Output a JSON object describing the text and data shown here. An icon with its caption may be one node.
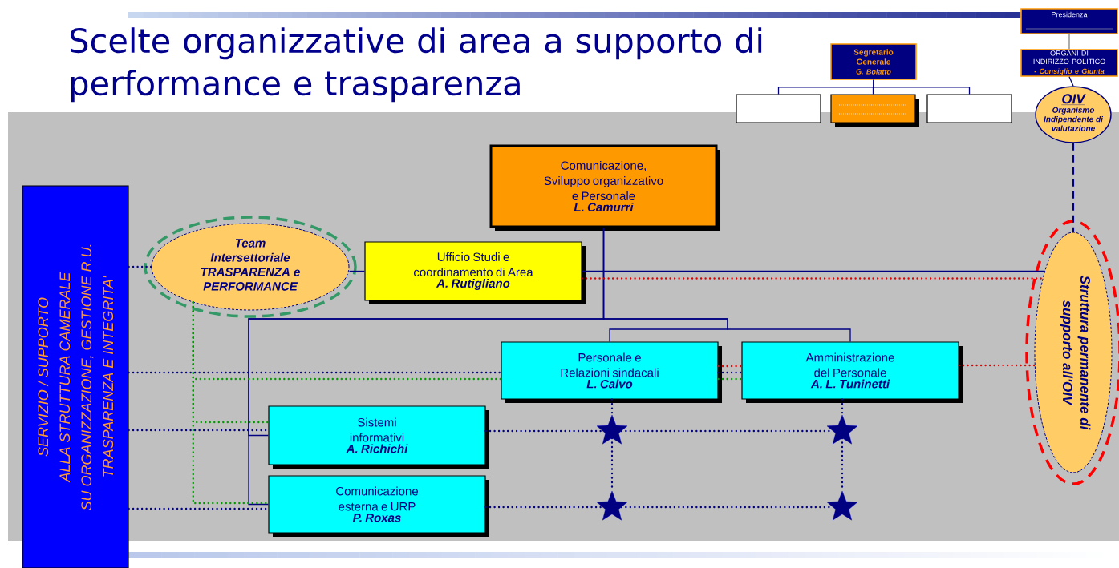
{
  "diagram": {
    "title": "Scelte organizzative di area a supporto di performance e trasparenza",
    "nodes": [
      {
        "text": [
          "Presidenza"
        ]
      },
      {
        "text": [
          "ORGANI DI INDIRIZZO POLITICO",
          "- Consiglio e Giunta"
        ]
      },
      {
        "text": [
          "Segretario Generale",
          "G. Bolatto"
        ]
      },
      {
        "text": [],
        "shape": "box"
      },
      {
        "text": [],
        "shape": "box"
      },
      {
        "text": [],
        "shape": "box"
      },
      {
        "text": [
          "OIV",
          "Organismo Indipendente di valutazione"
        ]
      },
      {
        "text": [
          "Comunicazione, Sviluppo organizzativo e Personale",
          "L. Camurri"
        ]
      },
      {
        "text": [
          "Team Intersettoriale TRASPARENZA e PERFORMANCE"
        ]
      },
      {
        "text": [
          "Ufficio Studi e coordinamento di Area",
          "A. Rutigliano"
        ]
      },
      {
        "text": [
          "SERVIZIO / SUPPORTO ALLA STRUTTURA CAMERALE SU ORGANIZZAZIONE, GESTIONE R.U. TRASPARENZA E INTEGRITA'"
        ]
      },
      {
        "text": [
          "Personale e Relazioni sindacali",
          "L. Calvo"
        ]
      },
      {
        "text": [
          "Amministrazione del Personale",
          "A. L. Tuninetti"
        ]
      },
      {
        "text": [
          "Struttura permanente di supporto all'OIV"
        ]
      },
      {
        "text": [
          "Sistemi informativi",
          "A. Richichi"
        ]
      },
      {
        "text": [
          "Comunicazione esterna e URP",
          "P. Roxas"
        ]
      },
      {
        "text": [],
        "shape": "star"
      },
      {
        "text": [],
        "shape": "star"
      },
      {
        "text": [],
        "shape": "star"
      },
      {
        "text": [],
        "shape": "star"
      }
    ],
    "edges": [
      {
        "from": 0,
        "to": 1,
        "arrow": "none",
        "color": "#808080"
      },
      {
        "from": 1,
        "to": 6,
        "arrow": "none"
      },
      {
        "from": 2,
        "to": 3,
        "arrow": "none"
      },
      {
        "from": 2,
        "to": 4,
        "arrow": "none"
      },
      {
        "from": 2,
        "to": 5,
        "arrow": "none"
      },
      {
        "from": 6,
        "to": 13,
        "arrow": "none",
        "style": "dashed"
      },
      {
        "from": 7,
        "to": 11,
        "arrow": "none"
      },
      {
        "from": 7,
        "to": 12,
        "arrow": "none"
      },
      {
        "from": 7,
        "to": 14,
        "arrow": "none"
      },
      {
        "from": 7,
        "to": 15,
        "arrow": "none"
      },
      {
        "from": 8,
        "to": 9,
        "arrow": "none"
      },
      {
        "from": 9,
        "to": 13,
        "arrow": "none"
      },
      {
        "from": 9,
        "to": 13,
        "arrow": "none",
        "style": "dashed",
        "color": "#dd0000"
      },
      {
        "from": 10,
        "to": 8,
        "arrow": "none",
        "style": "dashed"
      },
      {
        "from": 10,
        "to": 11,
        "arrow": "none",
        "style": "dashed"
      },
      {
        "from": 10,
        "to": 14,
        "arrow": "none",
        "style": "dashed"
      },
      {
        "from": 10,
        "to": 15,
        "arrow": "none",
        "style": "dashed"
      },
      {
        "from": 8,
        "to": 11,
        "arrow": "none",
        "style": "dashed",
        "color": "#009900"
      },
      {
        "from": 8,
        "to": 14,
        "arrow": "none",
        "style": "dashed",
        "color": "#009900"
      },
      {
        "from": 8,
        "to": 15,
        "arrow": "none",
        "style": "dashed",
        "color": "#009900"
      },
      {
        "from": 11,
        "to": 12,
        "arrow": "none",
        "style": "dashed"
      },
      {
        "from": 11,
        "to": 12,
        "arrow": "none",
        "style": "dashed",
        "color": "#dd0000"
      },
      {
        "from": 11,
        "to": 12,
        "arrow": "none",
        "style": "dashed",
        "color": "#009900"
      },
      {
        "from": 12,
        "to": 13,
        "arrow": "none",
        "style": "dashed",
        "color": "#dd0000"
      },
      {
        "from": 14,
        "to": 16,
        "arrow": "none",
        "style": "dashed"
      },
      {
        "from": 16,
        "to": 17,
        "arrow": "none",
        "style": "dashed"
      },
      {
        "from": 15,
        "to": 18,
        "arrow": "none",
        "style": "dashed"
      },
      {
        "from": 18,
        "to": 19,
        "arrow": "none",
        "style": "dashed"
      },
      {
        "from": 11,
        "to": 16,
        "arrow": "none",
        "style": "dashed"
      },
      {
        "from": 16,
        "to": 18,
        "arrow": "none",
        "style": "dashed"
      },
      {
        "from": 12,
        "to": 17,
        "arrow": "none",
        "style": "dashed"
      },
      {
        "from": 17,
        "to": 19,
        "arrow": "none",
        "style": "dashed"
      }
    ]
  }
}
